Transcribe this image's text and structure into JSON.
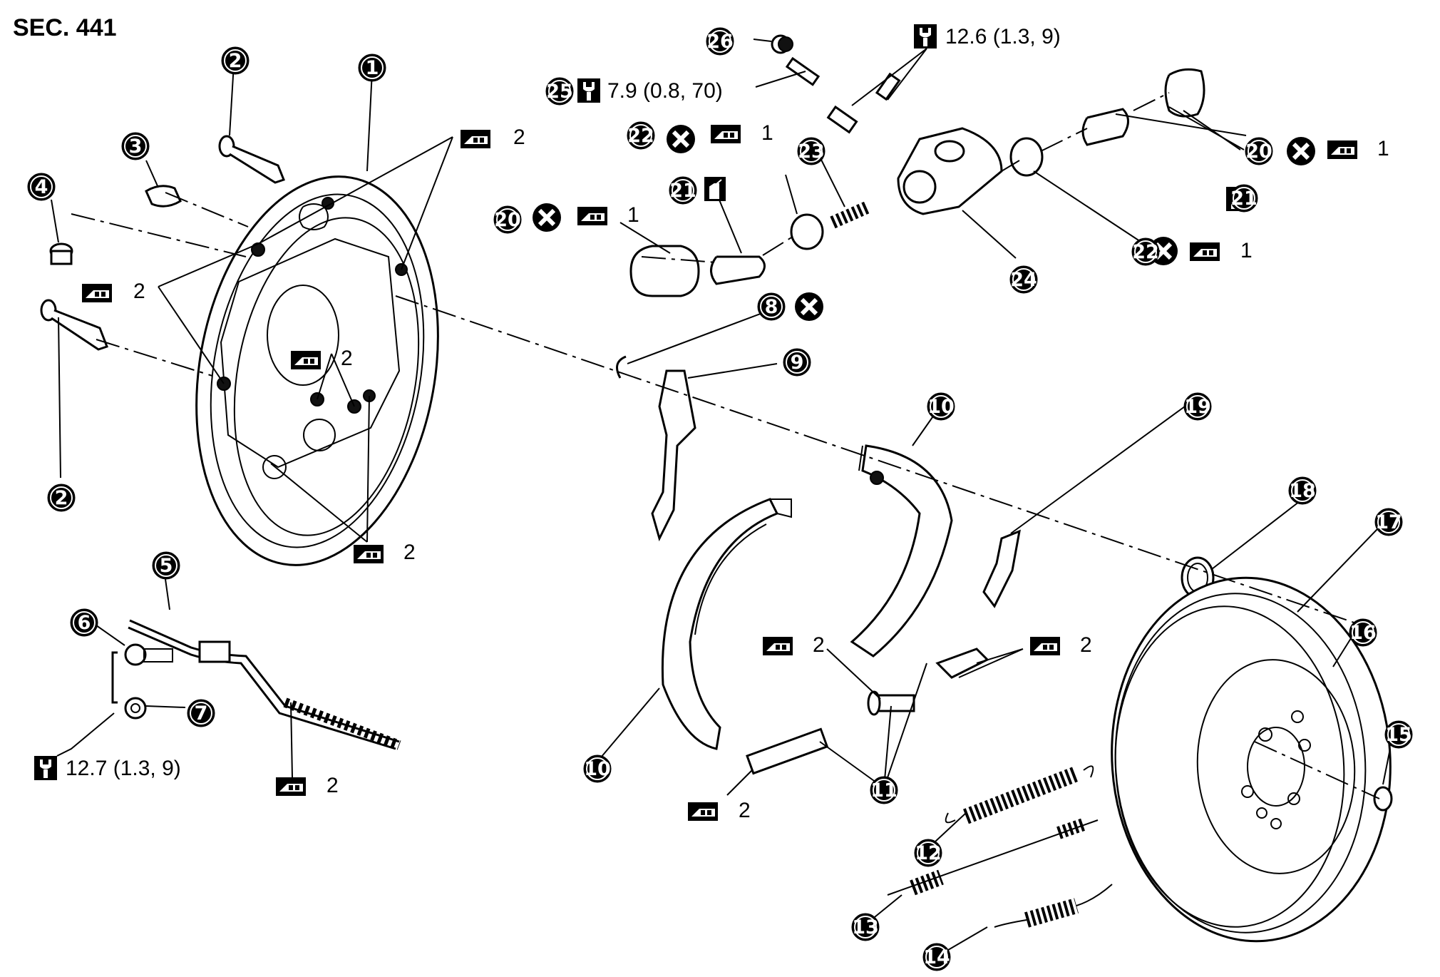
{
  "header": {
    "section": "SEC. 441"
  },
  "parts": [
    "1",
    "2",
    "3",
    "4",
    "5",
    "6",
    "7",
    "8",
    "9",
    "10",
    "11",
    "12",
    "13",
    "14",
    "15",
    "16",
    "17",
    "18",
    "19",
    "20",
    "21",
    "22",
    "23",
    "24",
    "25",
    "26"
  ],
  "values": {
    "torque_wheel_cyl": "12.6 (1.3, 9)",
    "torque_bleeder": "7.9 (0.8, 70)",
    "torque_cable": "12.7 (1.3, 9)",
    "qty_1": "1",
    "qty_2": "2"
  },
  "icons": {
    "grease": "grease-point-icon",
    "torque": "torque-wrench-icon",
    "replace": "always-replace-icon",
    "fluid": "brake-fluid-icon"
  },
  "colors": {
    "ink": "#000000",
    "paper": "#ffffff"
  }
}
